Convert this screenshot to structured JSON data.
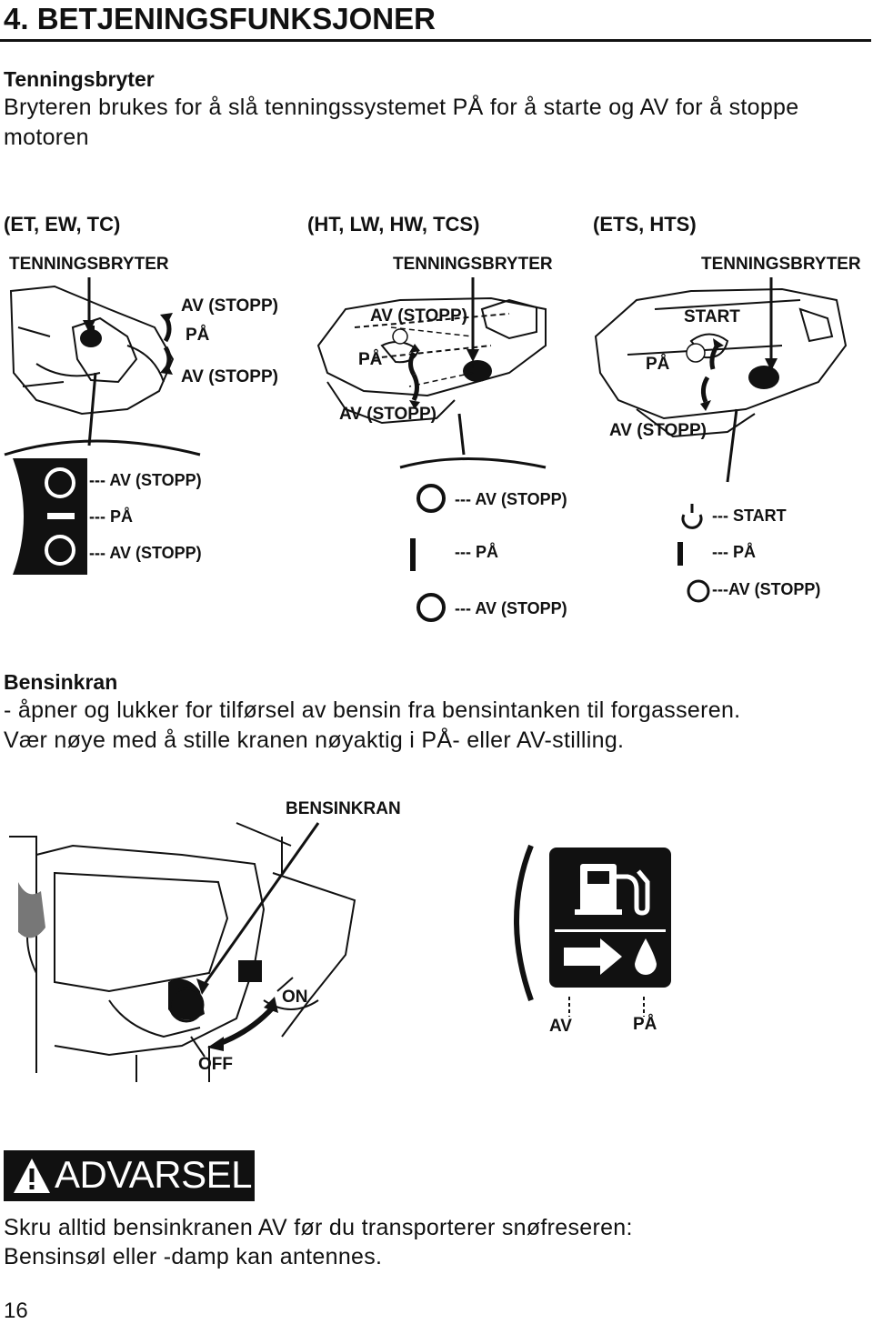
{
  "header": {
    "title": "4. BETJENINGSFUNKSJONER"
  },
  "ignition": {
    "heading": "Tenningsbryter",
    "text": "Bryteren brukes for å slå tenningssystemet PÅ for å starte og AV for å stoppe motoren",
    "panels": [
      {
        "model_caption": "(ET, EW, TC)",
        "switch_label": "TENNINGSBRYTER",
        "diagram_labels": [
          "AV (STOPP)",
          "PÅ",
          "AV (STOPP)"
        ],
        "symbol_labels": [
          "--- AV (STOPP)",
          "--- PÅ",
          "--- AV (STOPP)"
        ]
      },
      {
        "model_caption": "(HT, LW, HW, TCS)",
        "switch_label": "TENNINGSBRYTER",
        "diagram_labels": [
          "AV (STOPP)",
          "PÅ",
          "AV (STOPP)"
        ],
        "symbol_labels": [
          "--- AV (STOPP)",
          "--- PÅ",
          "--- AV (STOPP)"
        ]
      },
      {
        "model_caption": "(ETS, HTS)",
        "switch_label": "TENNINGSBRYTER",
        "diagram_labels": [
          "START",
          "PÅ",
          "AV (STOPP)"
        ],
        "symbol_labels": [
          "--- START",
          "--- PÅ",
          "---AV (STOPP)"
        ]
      }
    ]
  },
  "fuel_valve": {
    "heading": "Bensinkran",
    "text_line1": "- åpner og lukker for tilførsel av bensin fra bensintanken til forgasseren.",
    "text_line2": "Vær nøye med å stille kranen nøyaktig i PÅ- eller AV-stilling.",
    "figure_label": "BENSINKRAN",
    "on_label": "ON",
    "off_label": "OFF",
    "av_label": "AV",
    "pa_label": "PÅ"
  },
  "warning": {
    "badge": "ADVARSEL",
    "line1": "Skru alltid bensinkranen AV før du transporterer snøfreseren:",
    "line2": "Bensinsøl eller -damp kan antennes."
  },
  "page_number": "16"
}
